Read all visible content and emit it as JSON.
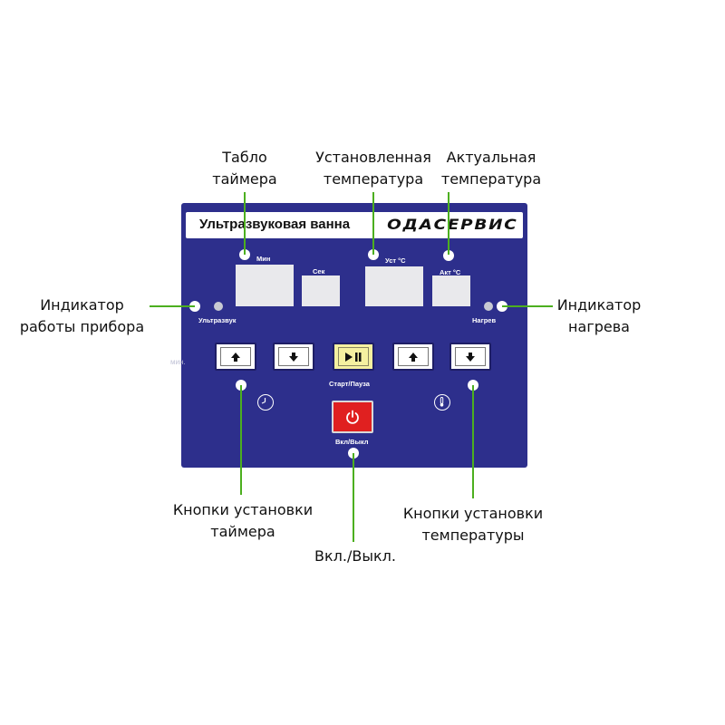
{
  "callouts": {
    "timer_display": [
      "Табло",
      "таймера"
    ],
    "set_temperature": [
      "Установленная",
      "температура"
    ],
    "actual_temperature": [
      "Актуальная",
      "температура"
    ],
    "power_indicator": [
      "Индикатор",
      "работы прибора"
    ],
    "heating_indicator": [
      "Индикатор",
      "нагрева"
    ],
    "timer_buttons": [
      "Кнопки установки",
      "таймера"
    ],
    "temperature_buttons": [
      "Кнопки установки",
      "температуры"
    ],
    "on_off": [
      "Вкл./Выкл."
    ]
  },
  "panel": {
    "title": "Ультразвуковая ванна",
    "brand": "ОДАСЕРВИС",
    "label_min": "Мин",
    "label_sec": "Сек",
    "label_set_temp": "Уст °С",
    "label_act_temp": "Акт °С",
    "label_ultrasound": "Ультразвук",
    "label_heating": "Нагрев",
    "label_start_pause": "Старт/Пауза",
    "label_on_off": "Вкл/Выкл",
    "faint_min": "мин."
  },
  "icons": {
    "up": "arrow-up-icon",
    "down": "arrow-down-icon",
    "play_pause": "play-pause-icon",
    "power": "power-icon",
    "clock": "clock-icon",
    "thermometer": "thermometer-icon"
  },
  "colors": {
    "panel": "#2d2f8c",
    "screen": "#e9e9ec",
    "connector": "#4caf1f",
    "play_button": "#f5f0a0",
    "power_button": "#e02020"
  }
}
